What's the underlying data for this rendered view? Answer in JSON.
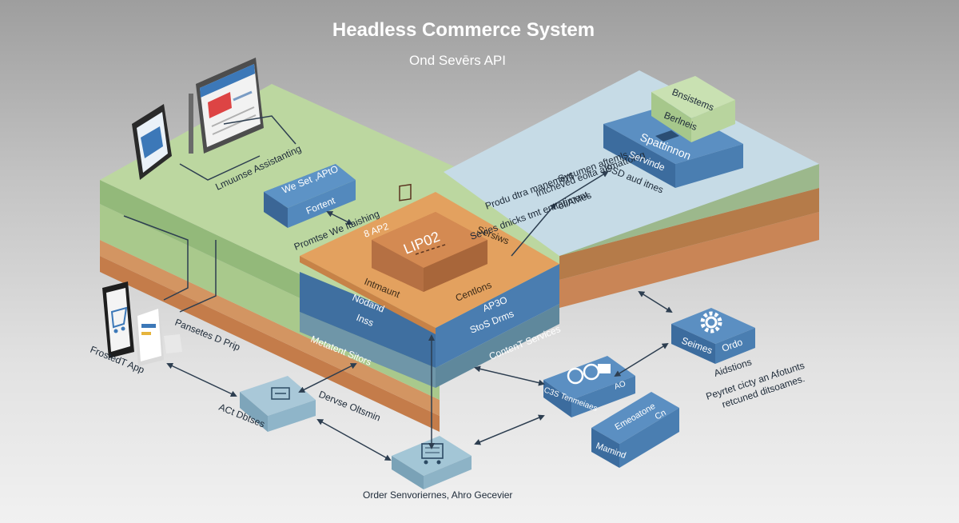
{
  "header": {
    "title": "Headless Commerce System",
    "subtitle": "Ond Sevērs API"
  },
  "labels": {
    "customer_left": "Lmuunse Assistanting",
    "we_set_api": "We Set ,APtO",
    "fortent": "Fortent",
    "promise_dashing": "Promtse We Itaishing",
    "b_ap2": "8 AP2",
    "core_box": "LIP02",
    "services_top": "Sersiws",
    "intmaunt": "Intmaunt",
    "nodand": "Nodand",
    "inss": "Inss",
    "centlons": "Centlons",
    "ap3o": "AP3O",
    "stos_drms": "StoS Drms",
    "content_services": "ContenT Services",
    "metatent_sitors": "Metatent Sitors",
    "produ_mgmt_1": "Produ dtra manement",
    "produ_mgmt_2": "Sevies dnicks tmt enttatiment",
    "sysumen_1": "Sysumen aftemls",
    "sysumen_2": "Intcheved eolta afrmattoing",
    "sysumen_3": "otiAMes",
    "bsd_aud": "BSD aud itnes",
    "bnsistems": "Bnsistems",
    "benthets": "Berlneis",
    "spattinnon": "Spattinnon",
    "sevies": "Servinde",
    "frontend_app": "FrostedT App",
    "pansetes_prip": "Pansetes D Prip",
    "act_dbtbes": "ACt Dbtses",
    "dervse_oltsmin": "Dervse Oltsmin",
    "order_servers": "Order Senvoriernes, Ahro Gecevier",
    "seimes": "Seimes",
    "ordo": "Ordo",
    "c3s_text": "C3S Tenmeiaes",
    "ao_small": "AO",
    "tanee": "Emeoatone",
    "tanee2": "Cn",
    "mumind": "Mamind",
    "payment_1": "Aidstions",
    "payment_2": "Peyrtet cicty an Afotunts",
    "payment_3": "retcuned ditsoames."
  },
  "icons": {
    "gear": "gear-icon",
    "cart": "cart-icon",
    "phone": "smartphone-icon",
    "tablet": "tablet-icon",
    "monitor": "browser-window-icon",
    "database": "database-icon",
    "api_box": "api-box-icon",
    "order_box": "order-box-icon"
  },
  "colors": {
    "green_layer": "#b7d39a",
    "blue_layer": "#c5d9e3",
    "orange_layer": "#c98556",
    "core_orange": "#e3a15f",
    "core_brown": "#c47c4a",
    "service_blue": "#4a7fb5",
    "light_green_box": "#c7e0b0",
    "pale_blue_box": "#9ec3d6"
  }
}
